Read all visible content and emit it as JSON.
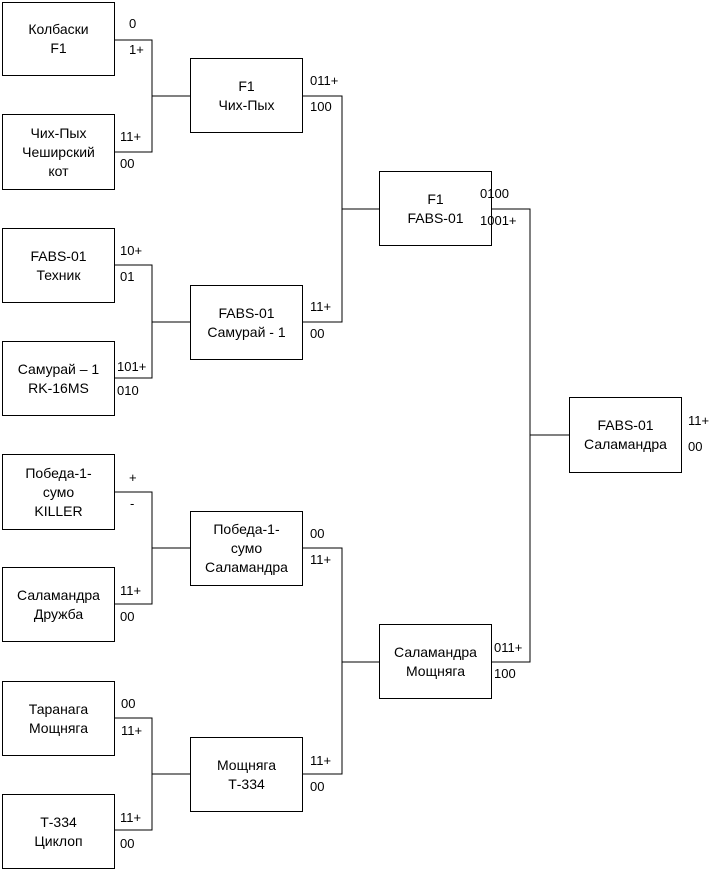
{
  "teams": {
    "r1_1": [
      "Колбаски",
      "F1"
    ],
    "r1_2": [
      "Чих-Пых",
      "Чеширский",
      "кот"
    ],
    "r1_3": [
      "FABS-01",
      "Техник"
    ],
    "r1_4": [
      "Самурай – 1",
      "RK-16MS"
    ],
    "r1_5": [
      "Победа-1-",
      "сумо",
      "KILLER"
    ],
    "r1_6": [
      "Саламандра",
      "Дружба"
    ],
    "r1_7": [
      "Таранага",
      "Мощняга"
    ],
    "r1_8": [
      "Т-334",
      "Циклоп"
    ],
    "r2_1": [
      "F1",
      "Чих-Пых"
    ],
    "r2_2": [
      "FABS-01",
      "Самурай - 1"
    ],
    "r2_3": [
      "Победа-1-",
      "сумо",
      "Саламандра"
    ],
    "r2_4": [
      "Мощняга",
      "Т-334"
    ],
    "r3_1": [
      "F1",
      "FABS-01"
    ],
    "r3_2": [
      "Саламандра",
      "Мощняга"
    ],
    "r4_1": [
      "FABS-01",
      "Саламандра"
    ]
  },
  "scores": {
    "r1_1": "0",
    "r1_1b": "1+",
    "r1_2": "11+",
    "r1_2b": "00",
    "r1_3": "10+",
    "r1_3b": "01",
    "r1_4": "101+",
    "r1_4b": "010",
    "r1_5": "+",
    "r1_5b": "-",
    "r1_6": "11+",
    "r1_6b": "00",
    "r1_7": "00",
    "r1_7b": "11+",
    "r1_8": "11+",
    "r1_8b": "00",
    "r2_1": "011+",
    "r2_1b": "100",
    "r2_2": "11+",
    "r2_2b": "00",
    "r2_3": "00",
    "r2_3b": "11+",
    "r2_4": "11+",
    "r2_4b": "00",
    "r3_1": "0100",
    "r3_1b": "1001+",
    "r3_2": "011+",
    "r3_2b": "100",
    "r4_1": "11+",
    "r4_1b": "00"
  }
}
